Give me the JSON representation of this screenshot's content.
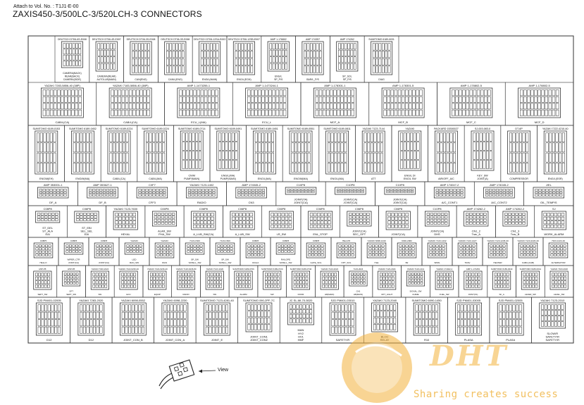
{
  "document": {
    "reference": "Attach to Vol. No. : T1J1-E-00",
    "title": "ZAXIS450-3/500LC-3/520LCH-3 CONNECTORS",
    "view_label": "View"
  },
  "watermark": {
    "text": "Sharing creates success",
    "logo": "DHT"
  },
  "colors": {
    "line": "#1a1a1a",
    "frame": "#333333",
    "watermark": "#f3b13c"
  },
  "connectors": [
    {
      "r": 0,
      "h": "DEUTSCH DT06-6S-E008",
      "l": [
        "CAMERA(BACK)",
        "REAR(BACK)",
        "CAMERA(SIDE)"
      ]
    },
    {
      "r": 0,
      "h": "DEUTSCH DT06-4S-E007",
      "l": [
        "CAMERA(REAR)",
        "AUTOLUB(MAIN)"
      ]
    },
    {
      "r": 0,
      "h": "DEUTSCH DT06-3S-E008",
      "l": [
        "CAN(ENG)"
      ]
    },
    {
      "r": 0,
      "h": "DEUTSCH DT06-3S-E008",
      "l": [
        "CAN/L(ENG)"
      ]
    },
    {
      "r": 0,
      "h": "DEUTSCH DT06-12SA-E003",
      "l": [
        "ENG/L(MAIN)"
      ]
    },
    {
      "r": 0,
      "h": "DEUTSCH DT06-12SB-E007",
      "l": [
        "ENG/L(ECM)"
      ]
    },
    {
      "r": 0,
      "h": "AMP 1-178802",
      "l": [
        "ENG/L",
        "SP_P/S"
      ]
    },
    {
      "r": 0,
      "h": "AMP 174357",
      "l": [
        "BAR/L_P/S"
      ]
    },
    {
      "r": 0,
      "h": "AMP 174262",
      "l": [
        "SP_SOL",
        "SP_P/S"
      ]
    },
    {
      "r": 0,
      "h": "SUMITOMO 6189-0031",
      "l": [
        "DIAG"
      ]
    },
    {
      "r": 1,
      "h": "YAZAKI 7283-5856-40 (38P)",
      "l": [
        "CAB/L(CA)"
      ]
    },
    {
      "r": 1,
      "h": "YAZAKI 7183-5856-40 (38P)",
      "l": [
        "CAB/L(CA)"
      ]
    },
    {
      "r": 1,
      "h": "AMP 1-1473255-1",
      "l": [
        "ECU_L(MA)"
      ]
    },
    {
      "r": 1,
      "h": "AMP 1-1473244-1",
      "l": [
        "ECU_L"
      ]
    },
    {
      "r": 1,
      "h": "AMP 1-178301-1",
      "l": [
        "MCF_A"
      ]
    },
    {
      "r": 1,
      "h": "AMP 1-178301-5",
      "l": [
        "MCF_B"
      ]
    },
    {
      "r": 1,
      "h": "AMP 1-178802-5",
      "l": [
        "MCF_C"
      ]
    },
    {
      "r": 1,
      "h": "AMP 1-178802-5",
      "l": [
        "MCF_D"
      ]
    },
    {
      "r": 2,
      "h": "SUMITOMO 6189-0153",
      "l": [
        "ENG/M(EH)"
      ]
    },
    {
      "r": 2,
      "h": "SUMITOMO 6189-0452",
      "l": [
        "ENG/M(MA)"
      ]
    },
    {
      "r": 2,
      "h": "SUMITOMO 6189-0224",
      "l": [
        "CAB/L(CA)"
      ]
    },
    {
      "r": 2,
      "h": "SUMITOMO 6189-0224",
      "l": [
        "CAB/L(MA)"
      ]
    },
    {
      "r": 2,
      "h": "SUMITOMO 6189-0714",
      "l": [
        "CN/M",
        "PUMP(MAIN)"
      ]
    },
    {
      "r": 2,
      "h": "SUMITOMO 6189-0491",
      "l": [
        "ENG/L(MA)",
        "PUMP(MAIN)"
      ]
    },
    {
      "r": 2,
      "h": "SUMITOMO 6189-0451",
      "l": [
        "ENG/L(MA)"
      ]
    },
    {
      "r": 2,
      "h": "SUMITOMO 6189-0551",
      "l": [
        "ENG/M(MA)"
      ]
    },
    {
      "r": 2,
      "h": "SUMITOMO 6189-0811",
      "l": [
        "ENG/L(MA)"
      ]
    },
    {
      "r": 2,
      "h": "YAZAKI 7123-7144",
      "l": [
        "ATT"
      ]
    },
    {
      "r": 2,
      "h": "YAZAKI",
      "l": [
        "ENG/L DI",
        "ENG/L SW"
      ]
    },
    {
      "r": 2,
      "h": "PACKARD 15300027",
      "l": [
        "AIR/OFF_A/C"
      ]
    },
    {
      "r": 2,
      "h": "SJ-003-083-0",
      "l": [
        "KEY_SW",
        "JOINT(A)"
      ]
    },
    {
      "r": 2,
      "h": "DT-6P",
      "l": [
        "COMPRESSOR"
      ]
    },
    {
      "r": 2,
      "h": "YAZAKI 7222-4210-40",
      "l": [
        "ENG/L(SSR)"
      ]
    },
    {
      "r": 3,
      "h": "AMP 353001-1",
      "l": [
        "DF_A"
      ]
    },
    {
      "r": 3,
      "h": "AMP 353627-1",
      "l": [
        "DF_B"
      ]
    },
    {
      "r": 3,
      "h": "C/IF7",
      "l": [
        "CFF3"
      ]
    },
    {
      "r": 3,
      "h": "YAZAKI 7123-1402",
      "l": [
        "RADIO"
      ]
    },
    {
      "r": 3,
      "h": "AMP 174045-2",
      "l": [
        "CN3"
      ]
    },
    {
      "r": 3,
      "h": "C10P8",
      "l": [
        "JOINT(TA)",
        "JOINT(CA)"
      ]
    },
    {
      "r": 3,
      "h": "C10P8",
      "l": [
        "JOINT(CA)",
        "JOINT(CA)"
      ]
    },
    {
      "r": 3,
      "h": "C10P8",
      "l": [
        "JOINT(CA)",
        "JOINT(CA)"
      ]
    },
    {
      "r": 3,
      "h": "AMP 174047-2",
      "l": [
        "A/C_CONT1"
      ]
    },
    {
      "r": 3,
      "h": "AMP 174045-2",
      "l": [
        "A/C_CONT2"
      ]
    },
    {
      "r": 3,
      "h": "J/EL",
      "l": [
        "OIL_TEMP/S"
      ]
    },
    {
      "r": 4,
      "h": "C08P8",
      "l": [
        "ST_DEL",
        "ST_ALA",
        "EAI"
      ]
    },
    {
      "r": 4,
      "h": "C06P8",
      "l": [
        "ST_EBI",
        "SEL_SEL",
        "EAI"
      ]
    },
    {
      "r": 4,
      "h": "YAZAKI 7123-7630",
      "l": [
        "HEXAL"
      ]
    },
    {
      "r": 4,
      "h": "C06P8",
      "l": [
        "ALAR_SW",
        "PHA_SW"
      ]
    },
    {
      "r": 4,
      "h": "C06P8",
      "l": [
        "A_LUB_SW(CA)"
      ]
    },
    {
      "r": 4,
      "h": "C06P8",
      "l": [
        "A_LUB_SW"
      ]
    },
    {
      "r": 4,
      "h": "C06P8",
      "l": [
        "LR_SW"
      ]
    },
    {
      "r": 4,
      "h": "C06P8",
      "l": [
        "ENL_STOP"
      ]
    },
    {
      "r": 4,
      "h": "C06P8",
      "l": [
        "JOINT(CA)",
        "SEC_OPT"
      ]
    },
    {
      "r": 4,
      "h": "C06P8",
      "l": [
        "JOINT(CA)"
      ]
    },
    {
      "r": 4,
      "h": "C10P8",
      "l": [
        "JOINT(CA)",
        "DHS"
      ]
    },
    {
      "r": 4,
      "h": "AMP 174262-2",
      "l": [
        "CN1_2",
        "Trav_A"
      ]
    },
    {
      "r": 4,
      "h": "AMP 174262-2",
      "l": [
        "CN1_3",
        "Trav_B"
      ]
    },
    {
      "r": 4,
      "h": "SJ",
      "l": [
        "WORK_ALARM"
      ]
    },
    {
      "r": 5,
      "h": "C08P5",
      "l": [
        "HELLO"
      ]
    },
    {
      "r": 5,
      "h": "C08P8",
      "l": [
        "WIPER_CTR",
        "JOINT(CA)"
      ]
    },
    {
      "r": 5,
      "h": "C06P8",
      "l": [
        "JOINT(CA)"
      ]
    },
    {
      "r": 5,
      "h": "YAZAKI",
      "l": [
        "LED",
        "RAN_SW"
      ]
    },
    {
      "r": 5,
      "h": "YAZAKI",
      "l": [
        "OIAS"
      ]
    },
    {
      "r": 5,
      "h": "7123-1520",
      "l": [
        "SP_SW",
        "SATELL_SW"
      ]
    },
    {
      "r": 5,
      "h": "7123-1520",
      "l": [
        "SP_SW",
        "SATELL_SW"
      ]
    },
    {
      "r": 5,
      "h": "C06P8",
      "l": [
        "CFAL2"
      ]
    },
    {
      "r": 5,
      "h": "C06P8",
      "l": [
        "RAILOPE",
        "SATELL_SW"
      ]
    },
    {
      "r": 5,
      "h": "C06P8",
      "l": [
        "GATE_SOL"
      ]
    },
    {
      "r": 5,
      "h": "HEA-P8",
      "l": [
        "OPT_SOL"
      ]
    },
    {
      "r": 5,
      "h": "YAZAKI 6098-1440",
      "l": [
        "HLE"
      ]
    },
    {
      "r": 5,
      "h": "6030-2082",
      "l": [
        "B2"
      ]
    },
    {
      "r": 5,
      "h": "YAZAKI 7123-1432",
      "l": [
        "SPML"
      ]
    },
    {
      "r": 5,
      "h": "YAZAKI 7123-1427",
      "l": [
        "TRAV"
      ]
    },
    {
      "r": 5,
      "h": "YAZAKI 7123-1236-30",
      "l": [
        "HEATER"
      ]
    },
    {
      "r": 5,
      "h": "YAZAKI 7123-4220-40",
      "l": [
        "CAB/L(CAB)"
      ]
    },
    {
      "r": 5,
      "h": "7323-1424-40",
      "l": [
        "ALTERNATOR"
      ]
    },
    {
      "r": 6,
      "h": "H5P-P8",
      "l": [
        "SEPT_SW"
      ]
    },
    {
      "r": 6,
      "h": "H5P-P8",
      "l": [
        "OFT",
        "SEPT_SW"
      ]
    },
    {
      "r": 6,
      "h": "YAZAKI 7323-2024",
      "l": [
        "SW"
      ]
    },
    {
      "r": 6,
      "h": "YAZAKI 7222-6236-40",
      "l": [
        "ECU"
      ]
    },
    {
      "r": 6,
      "h": "YAZAKI 7222-6236-40",
      "l": [
        "EQUIP"
      ]
    },
    {
      "r": 6,
      "h": "YAZAKI 7123-6436-80",
      "l": [
        "RADIO"
      ]
    },
    {
      "r": 6,
      "h": "YAZAKI 7123-1020",
      "l": [
        "SW"
      ]
    },
    {
      "r": 6,
      "h": "SUMITOMO 6189-0706",
      "l": [
        "ALARM"
      ]
    },
    {
      "r": 6,
      "h": "SUMITOMO 6189-0720",
      "l": [
        "SW"
      ]
    },
    {
      "r": 6,
      "h": "SUMITOMO 6189-0740",
      "l": [
        "DOOR"
      ]
    },
    {
      "r": 6,
      "h": "YAZAKI 7123-2024",
      "l": [
        "HB(MAIN)"
      ]
    },
    {
      "r": 6,
      "h": "7123-2024",
      "l": [
        "CH1",
        "HB(MAIN)"
      ]
    },
    {
      "r": 6,
      "h": "YAZAKI 7123-2024",
      "l": [
        "OPT_LIGHT"
      ]
    },
    {
      "r": 6,
      "h": "YAZAKI 7123-1411",
      "l": [
        "SIGNAL_SW",
        "CHIME"
      ]
    },
    {
      "r": 6,
      "h": "YAZAKI 174022-2",
      "l": [
        "FUEL_SW"
      ]
    },
    {
      "r": 6,
      "h": "AMP 1-174263",
      "l": [
        "JOINT(TA)"
      ]
    },
    {
      "r": 6,
      "h": "SUMITOMO 6189-0040",
      "l": [
        "SF_A"
      ]
    },
    {
      "r": 6,
      "h": "SUMITOMO 6189-0041",
      "l": [
        "LEVER_SW"
      ]
    },
    {
      "r": 6,
      "h": "YAZAKI 7323-2020",
      "l": [
        "LEVEL_SW"
      ]
    },
    {
      "r": 7,
      "h": "SJD PM401-02005",
      "l": [
        "D12"
      ]
    },
    {
      "r": 7,
      "h": "YAZAKI 7283-2020",
      "l": [
        "D12"
      ]
    },
    {
      "r": 7,
      "h": "YAZAKI 6098-0552",
      "l": [
        "JOINT_CON_B"
      ]
    },
    {
      "r": 7,
      "h": "YAZAKI 6098-2230",
      "l": [
        "JOINT_CON_A"
      ]
    },
    {
      "r": 7,
      "h": "SUMITOMO 7123-4281-40",
      "l": [
        "JOINT_E"
      ]
    },
    {
      "r": 7,
      "h": "SUMITOMO 090-2PF-7C",
      "l": [
        "JOINT_CON1",
        "JOINT_CON2"
      ]
    },
    {
      "r": 7,
      "h": "JC SL-MI-70-5020",
      "l": [
        "MAN",
        "HY2",
        "HV1",
        "HMF"
      ]
    },
    {
      "r": 7,
      "h": "SJD PM401-03010",
      "l": [
        "SAFETY/R"
      ]
    },
    {
      "r": 7,
      "h": "YAZAKI 7123-2040",
      "l": [
        "BLOC",
        "RELAY"
      ]
    },
    {
      "r": 7,
      "h": "SUMITOMO 6090-1450",
      "l": [
        "R10"
      ]
    },
    {
      "r": 7,
      "h": "SJD PM401-03005",
      "l": [
        "PLASA"
      ]
    },
    {
      "r": 7,
      "h": "SJD PM401-02005",
      "l": [
        "PLASA"
      ]
    },
    {
      "r": 7,
      "h": "YAZAKI 7123-2010",
      "l": [
        "SLOW/R",
        "SAFETY/R",
        "SAFETY/R"
      ]
    }
  ]
}
